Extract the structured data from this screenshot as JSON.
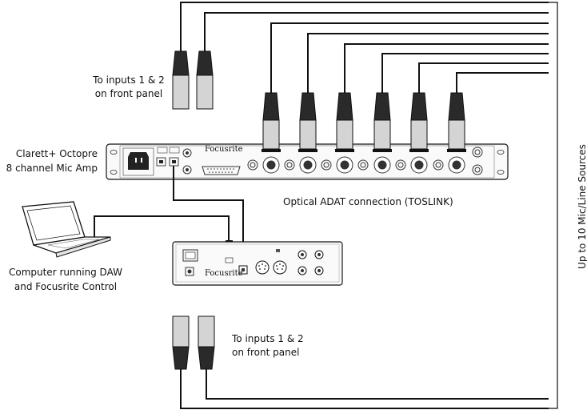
{
  "labels": {
    "inputs_top": [
      "To inputs 1 & 2",
      "on front panel"
    ],
    "inputs_bottom": [
      "To inputs 1 & 2",
      "on front panel"
    ],
    "device_name": [
      "Clarett+ Octopre",
      "8 channel Mic Amp"
    ],
    "optical": "Optical ADAT connection (TOSLINK)",
    "computer": [
      "Computer running DAW",
      "and Focusrite Control"
    ],
    "sources": "Up to 10 Mic/Line Sources"
  },
  "octopre": {
    "brand": "Focusrite"
  },
  "interface": {
    "brand": "Focusrite"
  },
  "colors": {
    "line": "#111111",
    "plug_body": "#d4d4d4",
    "device_fill": "#fafafa"
  }
}
